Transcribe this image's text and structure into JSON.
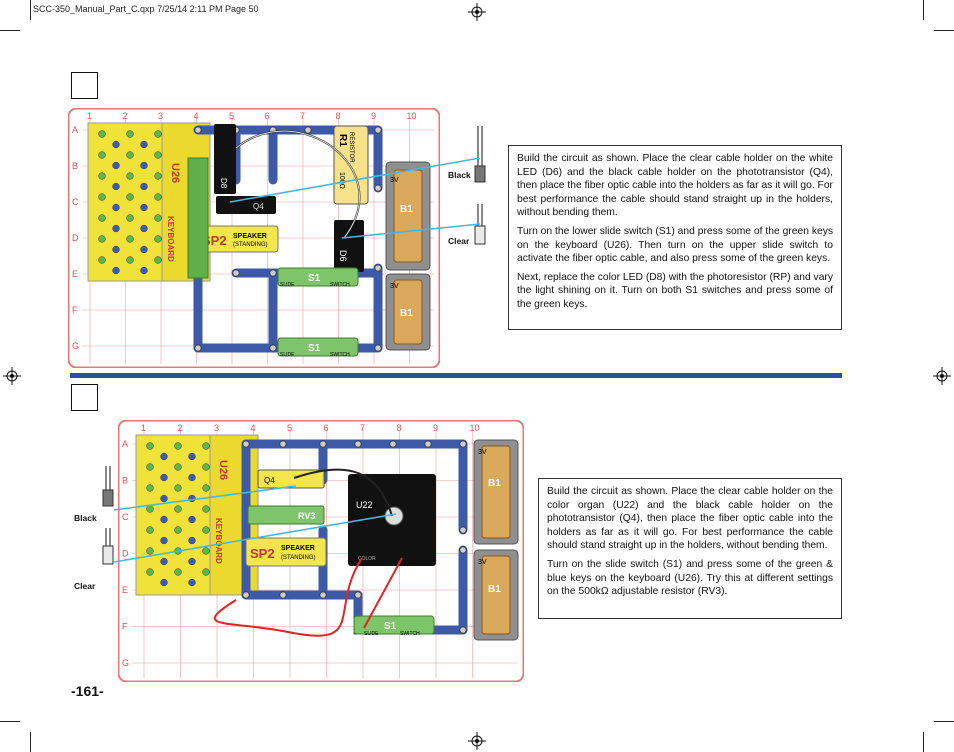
{
  "header": {
    "file_line": "SCC-350_Manual_Part_C.qxp  7/25/14  2:11 PM  Page 50"
  },
  "page_number": "-161-",
  "grid": {
    "columns": [
      "1",
      "2",
      "3",
      "4",
      "5",
      "6",
      "7",
      "8",
      "9",
      "10"
    ],
    "rows": [
      "A",
      "B",
      "C",
      "D",
      "E",
      "F",
      "G"
    ]
  },
  "labels": {
    "keyboard": "KEYBOARD",
    "u26": "U26",
    "sp2": "SP2",
    "speaker": "SPEAKER",
    "standing": "(STANDING)",
    "s1": "S1",
    "slide": "SLIDE",
    "switch": "SWITCH",
    "b1": "B1",
    "three_v": "3V",
    "r1": "R1",
    "resistor": "RESISTOR",
    "ohm100": "100Ω",
    "d6": "D6",
    "d8": "D8",
    "q4": "Q4",
    "rv3": "RV3",
    "u22": "U22",
    "color": "COLOR"
  },
  "cables": {
    "black": "Black",
    "clear": "Clear"
  },
  "circuit1": {
    "paragraphs": [
      "Build the circuit as shown. Place the clear cable holder on the white LED (D6) and the black cable holder on the phototransistor (Q4), then place the fiber optic cable into the holders as far as it will go. For best performance the cable should stand straight up in the holders, without bending them.",
      "Turn on the lower slide switch (S1) and press some of the green keys on the keyboard (U26). Then turn on the upper slide switch to activate the fiber optic cable, and also press some of the green keys.",
      "Next, replace the color LED (D8) with the photoresistor (RP) and vary the light shining on it. Turn on both S1 switches and press some of the green keys."
    ]
  },
  "circuit2": {
    "paragraphs": [
      "Build the circuit as shown. Place the clear cable holder on the color organ (U22) and the black cable holder on the phototransistor (Q4), then place the fiber optic cable into the holders as far as it will go. For best performance the cable should stand straight up in the holders, without bending them.",
      "Turn on the slide switch (S1) and press some of the green & blue keys on the keyboard (U26). Try this at different settings on the 500kΩ adjustable resistor (RV3)."
    ]
  },
  "colors": {
    "accent_rule": "#2e4fa0",
    "board_grid": "#e6787a",
    "snap_blue": "#3d5aa8",
    "keyboard_yellow": "#f1e23a"
  }
}
